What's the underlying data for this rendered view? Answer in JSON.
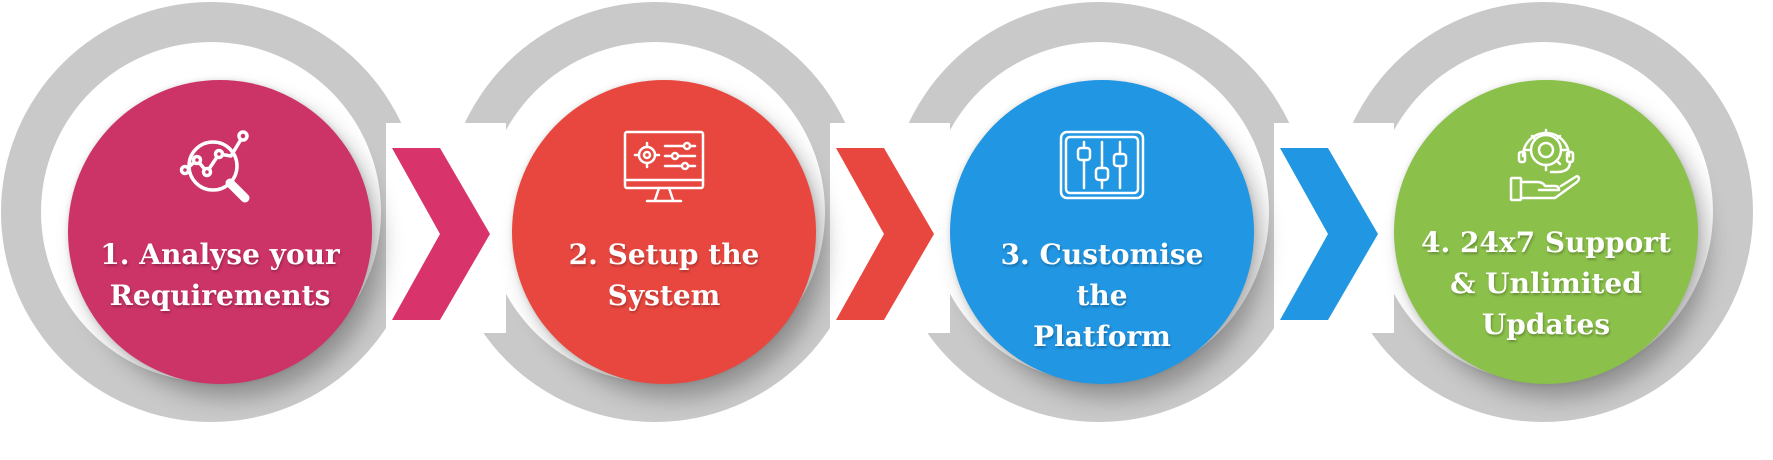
{
  "steps": [
    {
      "label": "1. Analyse your\nRequirements",
      "color": "#cc3366",
      "icon": "analytics-magnifier-icon"
    },
    {
      "label": "2. Setup the\nSystem",
      "color": "#e8473f",
      "icon": "monitor-settings-icon"
    },
    {
      "label": "3. Customise the\nPlatform",
      "color": "#2196e3",
      "icon": "sliders-panel-icon"
    },
    {
      "label": "4. 24x7 Support\n& Unlimited\nUpdates",
      "color": "#8bc04a",
      "icon": "support-gear-hand-icon"
    }
  ],
  "colors": {
    "ring": "#c9c9c9",
    "arrow_1": "#d8336b",
    "arrow_2": "#e8473f",
    "arrow_3": "#2196e3"
  }
}
